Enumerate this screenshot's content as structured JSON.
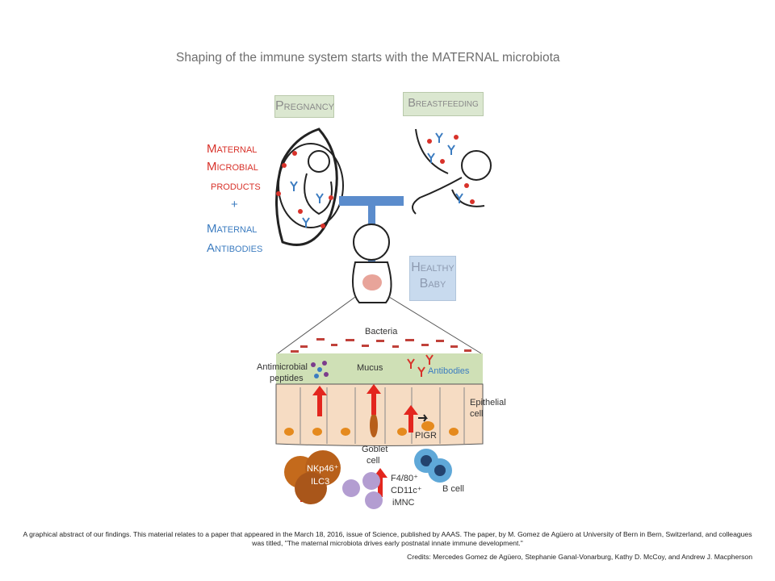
{
  "title": "Shaping of the immune system starts with the MATERNAL microbiota",
  "boxes": {
    "pregnancy": "Pregnancy",
    "breastfeeding": "Breastfeeding",
    "healthy_line1": "Healthy",
    "healthy_line2": "Baby"
  },
  "left_labels": {
    "l1": "Maternal",
    "l2": "Microbial",
    "l3": "products",
    "plus": "+",
    "l4": "Maternal",
    "l5": "Antibodies"
  },
  "gut_labels": {
    "bacteria": "Bacteria",
    "antimicrobial": "Antimicrobial",
    "peptides": "peptides",
    "mucus": "Mucus",
    "antibodies": "Antibodies",
    "epithelial": "Epithelial",
    "cell": "cell",
    "pigr": "PIGR",
    "goblet": "Goblet",
    "goblet_cell": "cell",
    "nkp46": "NKp46⁺",
    "ilc3": "ILC3",
    "f480": "F4/80⁺",
    "cd11c": "CD11c⁺",
    "imnc": "iMNC",
    "bcell": "B cell"
  },
  "caption_line1": "A graphical abstract of our findings. This material relates to a paper that appeared in the March 18, 2016, issue of Science, published by AAAS. The paper, by M. Gomez de Agüero at University of Bern in Bern, Switzerland, and colleagues",
  "caption_line2": "was titled, \"The maternal microbiota drives early postnatal innate immune development.\"",
  "credits": "Credits: Mercedes Gomez de Agüero, Stephanie Ganal-Vonarburg, Kathy D. McCoy, and Andrew J. Macpherson",
  "colors": {
    "red": "#d8322a",
    "blue": "#3c7cc0",
    "box": "#dbe7d0",
    "arrow": "#5b8ccc"
  }
}
